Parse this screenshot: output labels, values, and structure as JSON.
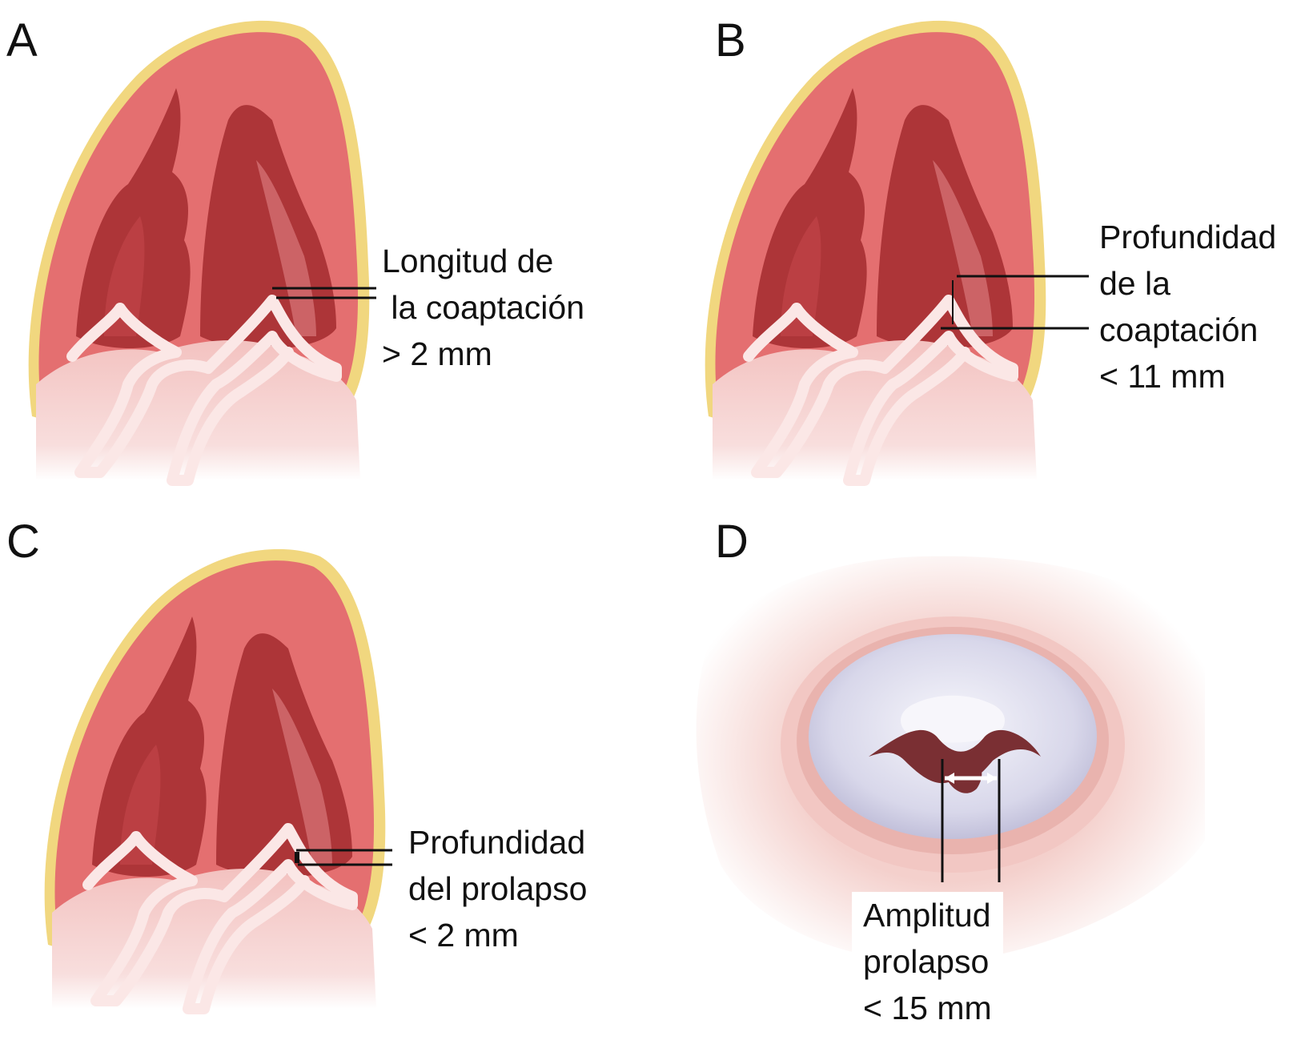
{
  "panels": {
    "a": {
      "letter": "A",
      "label": [
        "Longitud de",
        " la coaptación",
        "> 2 mm"
      ]
    },
    "b": {
      "letter": "B",
      "label": [
        "Profundidad",
        "de la",
        "coaptación",
        "< 11 mm"
      ]
    },
    "c": {
      "letter": "C",
      "label": [
        "Profundidad",
        "del prolapso",
        "< 2 mm"
      ]
    },
    "d": {
      "letter": "D",
      "label": [
        "Amplitud",
        "prolapso",
        "< 15 mm"
      ]
    }
  },
  "colors": {
    "myocardium": "#e46f70",
    "myocardium_dark": "#ad3538",
    "chamber_light": "#f0b4b2",
    "pericardium": "#f1d77f",
    "valve_leaflet": "#fbe7e6",
    "aorta_shadow": "#e9a7a5",
    "annulus_blue": "#c7c5de",
    "annulus_white": "#f4f4fa",
    "ring_pink": "#f2c7c3",
    "line": "#111111"
  }
}
